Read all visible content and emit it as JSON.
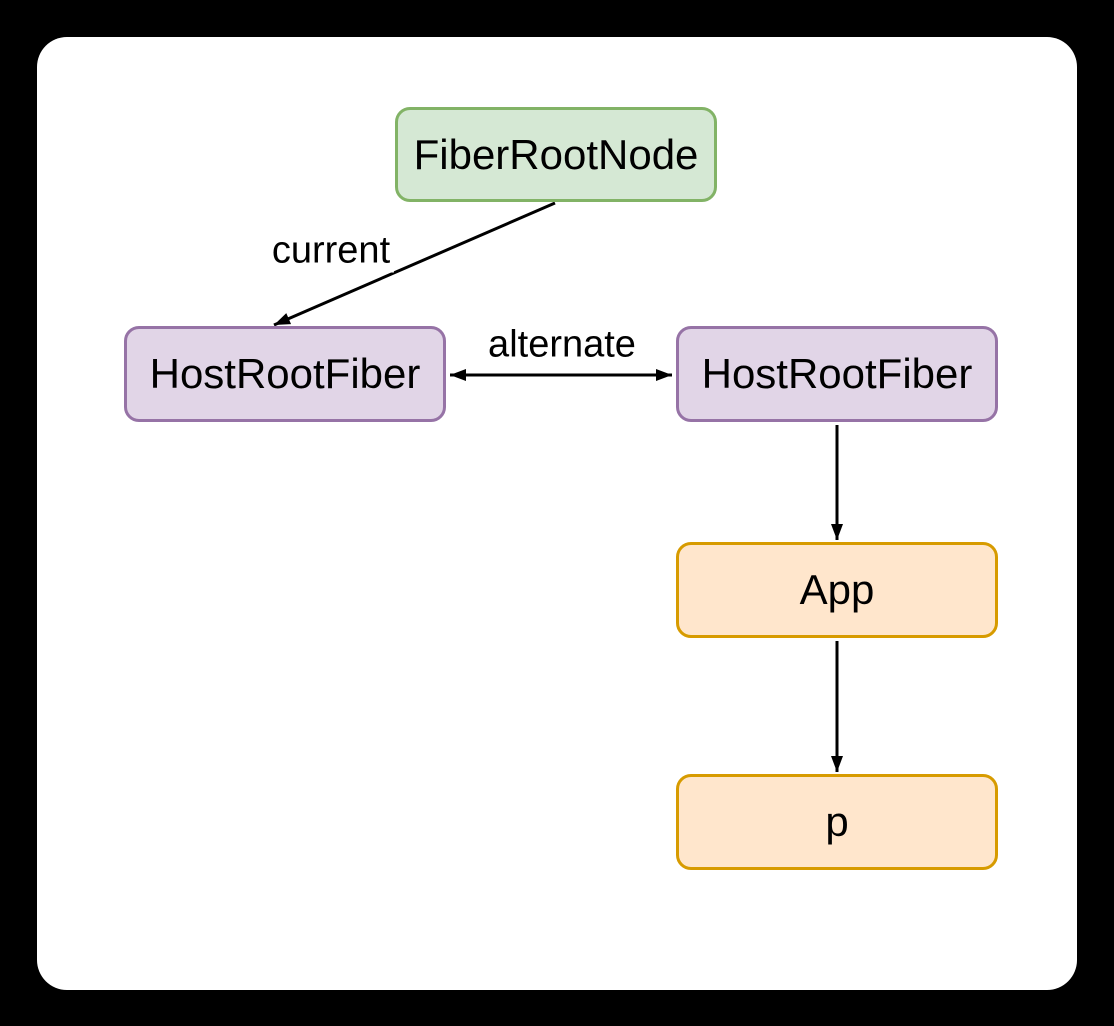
{
  "window": {
    "background_color": "#000000"
  },
  "canvas": {
    "background_color": "#ffffff"
  },
  "diagram": {
    "edge_color": "#000000",
    "text_color": "#000000",
    "nodes": [
      {
        "id": "fiber-root-node",
        "label": "FiberRootNode",
        "fill": "#d5e8d4",
        "stroke": "#82b366"
      },
      {
        "id": "host-root-fiber-current",
        "label": "HostRootFiber",
        "fill": "#e1d5e7",
        "stroke": "#9673a6"
      },
      {
        "id": "host-root-fiber-alternate",
        "label": "HostRootFiber",
        "fill": "#e1d5e7",
        "stroke": "#9673a6"
      },
      {
        "id": "app",
        "label": "App",
        "fill": "#ffe6cc",
        "stroke": "#d79b00"
      },
      {
        "id": "p",
        "label": "p",
        "fill": "#ffe6cc",
        "stroke": "#d79b00"
      }
    ],
    "edges": [
      {
        "label": "current",
        "from": "fiber-root-node",
        "to": "host-root-fiber-current",
        "arrow": "single"
      },
      {
        "label": "alternate",
        "from": "host-root-fiber-current",
        "to": "host-root-fiber-alternate",
        "arrow": "double"
      },
      {
        "label": "",
        "from": "host-root-fiber-alternate",
        "to": "app",
        "arrow": "single"
      },
      {
        "label": "",
        "from": "app",
        "to": "p",
        "arrow": "single"
      }
    ]
  }
}
